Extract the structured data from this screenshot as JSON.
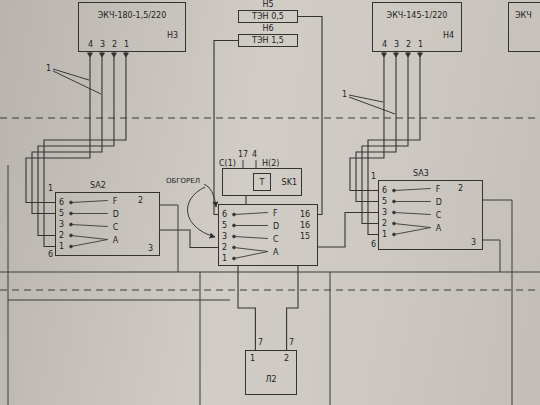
{
  "diagram": {
    "nodes": [
      {
        "text": [
          "ЭКЧ-180-1,5/220",
          "Н3"
        ]
      },
      {
        "text": [
          "Н5",
          "ТЭН 0,5"
        ]
      },
      {
        "text": [
          "Н6",
          "ТЭН 1,5"
        ]
      },
      {
        "text": [
          "ЭКЧ-145-1/220",
          "Н4"
        ]
      },
      {
        "text": [
          "ЭКЧ"
        ]
      },
      {
        "text": [
          "SA2",
          "F",
          "D",
          "C",
          "A"
        ]
      },
      {
        "text": [
          "SK1"
        ]
      },
      {
        "text": [
          "Т"
        ],
        "in": 6
      },
      {
        "text": [
          "F",
          "D",
          "C",
          "A"
        ]
      },
      {
        "text": [
          "SA3",
          "F",
          "D",
          "C",
          "A"
        ]
      },
      {
        "text": [
          "Л2"
        ]
      }
    ],
    "edges": [
      {
        "from": 0,
        "to": 5,
        "arrow": "none"
      },
      {
        "from": 0,
        "to": 5,
        "arrow": "none"
      },
      {
        "from": 0,
        "to": 5,
        "arrow": "none"
      },
      {
        "from": 0,
        "to": 5,
        "arrow": "none"
      },
      {
        "from": 3,
        "to": 9,
        "arrow": "none"
      },
      {
        "from": 3,
        "to": 9,
        "arrow": "none"
      },
      {
        "from": 3,
        "to": 9,
        "arrow": "none"
      },
      {
        "from": 3,
        "to": 9,
        "arrow": "none"
      },
      {
        "from": 1,
        "to": 8,
        "arrow": "none"
      },
      {
        "from": 2,
        "to": 8,
        "arrow": "none"
      },
      {
        "from": 6,
        "to": 8,
        "arrow": "none"
      },
      {
        "from": 10,
        "to": 8,
        "arrow": "none"
      },
      {
        "from": 10,
        "to": 8,
        "arrow": "none"
      },
      {
        "from": 5,
        "to": 8,
        "arrow": "none"
      },
      {
        "from": 8,
        "to": 9,
        "arrow": "none"
      }
    ],
    "labels": [
      "4",
      "3",
      "2",
      "1",
      "4",
      "3",
      "2",
      "1",
      "1",
      "1",
      "1",
      "6",
      "5",
      "3",
      "2",
      "1",
      "6",
      "2",
      "3",
      "17",
      "4",
      "C(1)",
      "H(2)",
      "ОБГОРЕЛ",
      "6",
      "5",
      "3",
      "2",
      "1",
      "16",
      "16",
      "15",
      "1",
      "6",
      "5",
      "3",
      "2",
      "1",
      "6",
      "2",
      "3",
      "7",
      "7",
      "1",
      "2"
    ]
  }
}
